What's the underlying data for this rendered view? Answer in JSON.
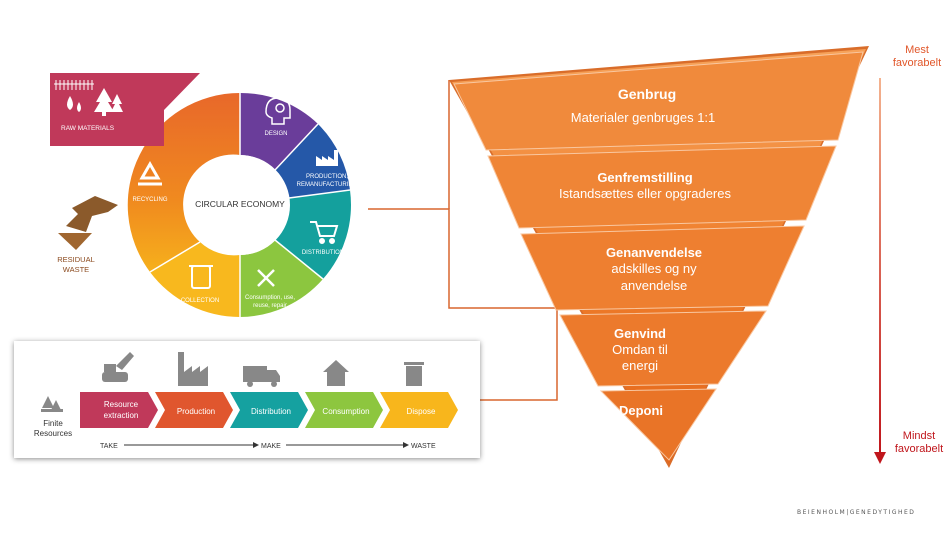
{
  "circular": {
    "center_label": "CIRCULAR ECONOMY",
    "raw_materials": "RAW MATERIALS",
    "segments": {
      "design": "DESIGN",
      "production_line1": "PRODUCTION,",
      "production_line2": "REMANUFACTURING",
      "distribution": "DISTRIBUTION",
      "consumption_line1": "Consumption, use,",
      "consumption_line2": "reuse, repair",
      "collection": "COLLECTION",
      "recycling": "RECYCLING"
    },
    "residual_line1": "RESIDUAL",
    "residual_line2": "WASTE"
  },
  "linear": {
    "finite_line1": "Finite",
    "finite_line2": "Resources",
    "steps": [
      {
        "line1": "Resource",
        "line2": "extraction",
        "color": "#c0395a"
      },
      {
        "line1": "Production",
        "line2": "",
        "color": "#e0562e"
      },
      {
        "line1": "Distribution",
        "line2": "",
        "color": "#15a1a0"
      },
      {
        "line1": "Consumption",
        "line2": "",
        "color": "#8dc63f"
      },
      {
        "line1": "Dispose",
        "line2": "",
        "color": "#f8b61c"
      }
    ],
    "take": "TAKE",
    "make": "MAKE",
    "waste": "WASTE"
  },
  "hierarchy": {
    "levels": [
      {
        "title": "Genbrug",
        "sub1": "Materialer genbruges 1:1",
        "sub2": ""
      },
      {
        "title": "Genfremstilling",
        "sub1": "Istandsættes eller opgraderes",
        "sub2": ""
      },
      {
        "title": "Genanvendelse",
        "sub1": "adskilles og ny",
        "sub2": "anvendelse"
      },
      {
        "title": "Genvind",
        "sub1": "Omdan til",
        "sub2": "energi"
      },
      {
        "title": "Deponi",
        "sub1": "",
        "sub2": ""
      }
    ]
  },
  "scale": {
    "top_line1": "Mest",
    "top_line2": "favorabelt",
    "bottom_line1": "Mindst",
    "bottom_line2": "favorabelt"
  },
  "footer": "BEIENHOLM|GENEDYTIGHED"
}
